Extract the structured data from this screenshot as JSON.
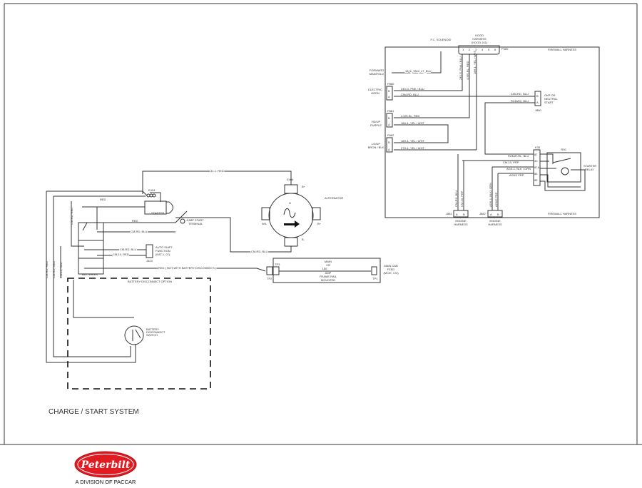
{
  "page_title": "CHARGE / START SYSTEM",
  "logo": {
    "brand": "Peterbilt",
    "tagline": "A DIVISION OF PACCAR",
    "color": "#e01b22"
  },
  "firewall_section": {
    "fc_solenoid": "F.C. SOLENOID",
    "hood_harness": [
      "HOOD",
      "HARNESS",
      "(HOOD J41)"
    ],
    "p400": "P400",
    "p400_pins": [
      "1",
      "2",
      "3",
      "4",
      "5",
      "6"
    ],
    "firewall_harness": "FIREWALL HARNESS",
    "forward_manifold": [
      "FORWARD",
      "MANIFOLD"
    ],
    "forward_manifold_wire": "18+1, TAN / LT_BLU",
    "horn": {
      "label": [
        "ELECTRIC",
        "HORN"
      ],
      "connector": "P880",
      "wires": [
        "240-G, PNK / BLU",
        "23M-RD, BLU"
      ]
    },
    "hdup": {
      "label": [
        "HD/UP",
        "PURPLE"
      ],
      "connector": "P881",
      "wires": [
        "4-MS-BL, RED",
        "18H-1, YEL / WHT"
      ]
    },
    "loup": {
      "label": [
        "LO/UP",
        "BRON / BLK"
      ],
      "connector": "P882",
      "wires": [
        "18H-1, YEL / WHT",
        "27H-1, YEL / WHT"
      ]
    },
    "pin_letters": [
      "B",
      "A"
    ],
    "vertical_wires": [
      "240-G, PNK / BLU",
      "4-MS-BL, RED",
      "18H-1, YEL / WHT"
    ],
    "neutral_start": {
      "label": [
        "OKP OR",
        "NEUTRAL",
        "START"
      ],
      "connector": "J880",
      "wires": [
        "23M-RD, BLU",
        "R23AR2, BLU"
      ]
    },
    "k30": "K30",
    "k30_pins": [
      "87",
      "30",
      "87A",
      "86",
      "85"
    ],
    "k30_wires": [
      "R23AR-RL, BLU",
      "CM-10, PRP",
      "AGK-1, BLK / ORN",
      "AGKE PRP"
    ],
    "r30": "R30",
    "starter_relay": [
      "STARTER",
      "RELAY"
    ],
    "engine_harness_1": {
      "connector": "J881",
      "label": [
        "ENGINE",
        "HARNESS"
      ],
      "wires": [
        "CM-RD, BLU",
        "CM-10, PRP"
      ]
    },
    "engine_harness_2": {
      "connector": "J882",
      "label": [
        "ENGINE",
        "HARNESS"
      ],
      "wires": [
        "AGK-1, BLK / ORN",
        "AGKE PRP"
      ]
    }
  },
  "charging_section": {
    "alternator": "ALTERNATOR",
    "e404_alt": "E404",
    "alt_terminals": [
      "B+",
      "W/L",
      "B+",
      "B-"
    ],
    "alt_symbol": "G",
    "wire_31": "31-1, RED",
    "wire_alt_ground": "CM-RD, BLU",
    "starter": "STARTER",
    "e404_starter": "E404",
    "wire_red_1": "RED",
    "wire_red_2": "RED",
    "jump_start": [
      "JUMP START",
      "TERMINAL"
    ],
    "wire_cm_1": "CM-RD, BLU",
    "wire_cm_2": "CM-RD, BLU",
    "wire_cm_3": "CM-10, RED",
    "auto_shift": [
      "AUTO SHIFT",
      "FUNCTION",
      "(EAT-1, 07)"
    ],
    "auto_shift_connector": "J323",
    "batteries": "BATTERIES",
    "vertical_wires": [
      "CM-RD, RED",
      "CM-RD, RED",
      "CM-10, RED",
      "CM-RD, RED"
    ],
    "red_not_with": "RED ( NOT WITH BATTERY DISCONNECT )",
    "disconnect_option": "BATTERY DISCONNECT OPTION",
    "disconnect_switch": [
      "BATTERY",
      "DISCONNECT",
      "SWITCH"
    ],
    "main_cb": [
      "MAIN",
      "CB",
      "150",
      "AMP",
      "FRAME RAIL",
      "MOUNTED"
    ],
    "tp": [
      "TP2",
      "TP3",
      "TP1"
    ],
    "main_cab_feed": [
      "MAIN CAB",
      "FEED",
      "(MC/E, C/4)"
    ]
  }
}
